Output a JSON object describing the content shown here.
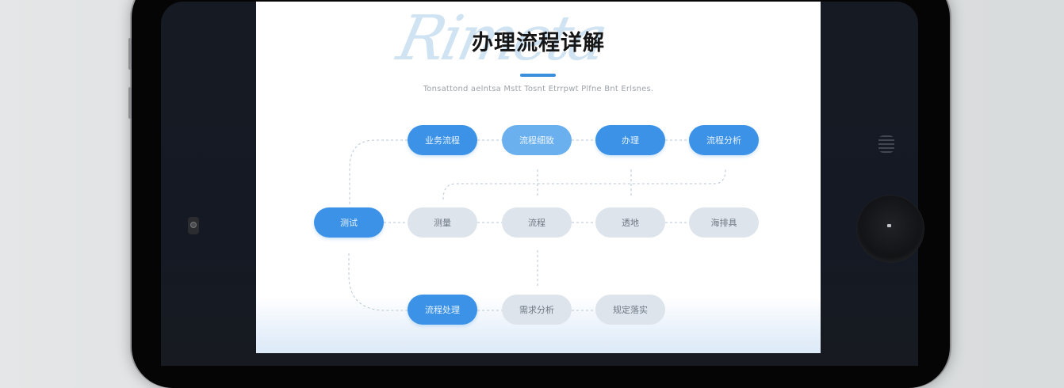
{
  "device": {
    "type": "tablet",
    "bezel_color": "#050506",
    "screen_bg": "#151a22"
  },
  "slide": {
    "script_watermark": "Rimeta",
    "title": "办理流程详解",
    "subtitle": "Tonsattond aelntsa Mstt Tosnt Etrrpwt Plfne Bnt Erlsnes.",
    "accent_color": "#3a8fdd",
    "flow": {
      "row1": [
        {
          "label": "业务流程",
          "style": "blue"
        },
        {
          "label": "流程细致",
          "style": "light-blue"
        },
        {
          "label": "办理",
          "style": "blue"
        },
        {
          "label": "流程分析",
          "style": "blue"
        }
      ],
      "row2": [
        {
          "label": "测试",
          "style": "blue"
        },
        {
          "label": "测量",
          "style": "grey"
        },
        {
          "label": "流程",
          "style": "grey"
        },
        {
          "label": "透地",
          "style": "grey"
        },
        {
          "label": "海排具",
          "style": "grey"
        }
      ],
      "row3": [
        {
          "label": "流程处理",
          "style": "blue"
        },
        {
          "label": "需求分析",
          "style": "grey"
        },
        {
          "label": "规定落实",
          "style": "grey"
        }
      ]
    }
  }
}
